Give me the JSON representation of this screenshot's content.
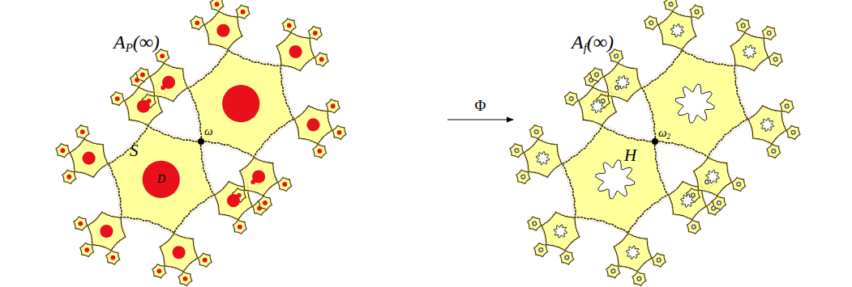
{
  "diagram": {
    "nodes": [
      {
        "text": [
          "AP(∞)"
        ]
      },
      {
        "text": [
          "Af(∞)"
        ]
      }
    ],
    "edges": [
      {
        "from": 0,
        "to": 1,
        "arrow": "to",
        "label": "Φ"
      }
    ],
    "labels": [
      "ω",
      "S",
      "D",
      "ω2",
      "H"
    ]
  }
}
